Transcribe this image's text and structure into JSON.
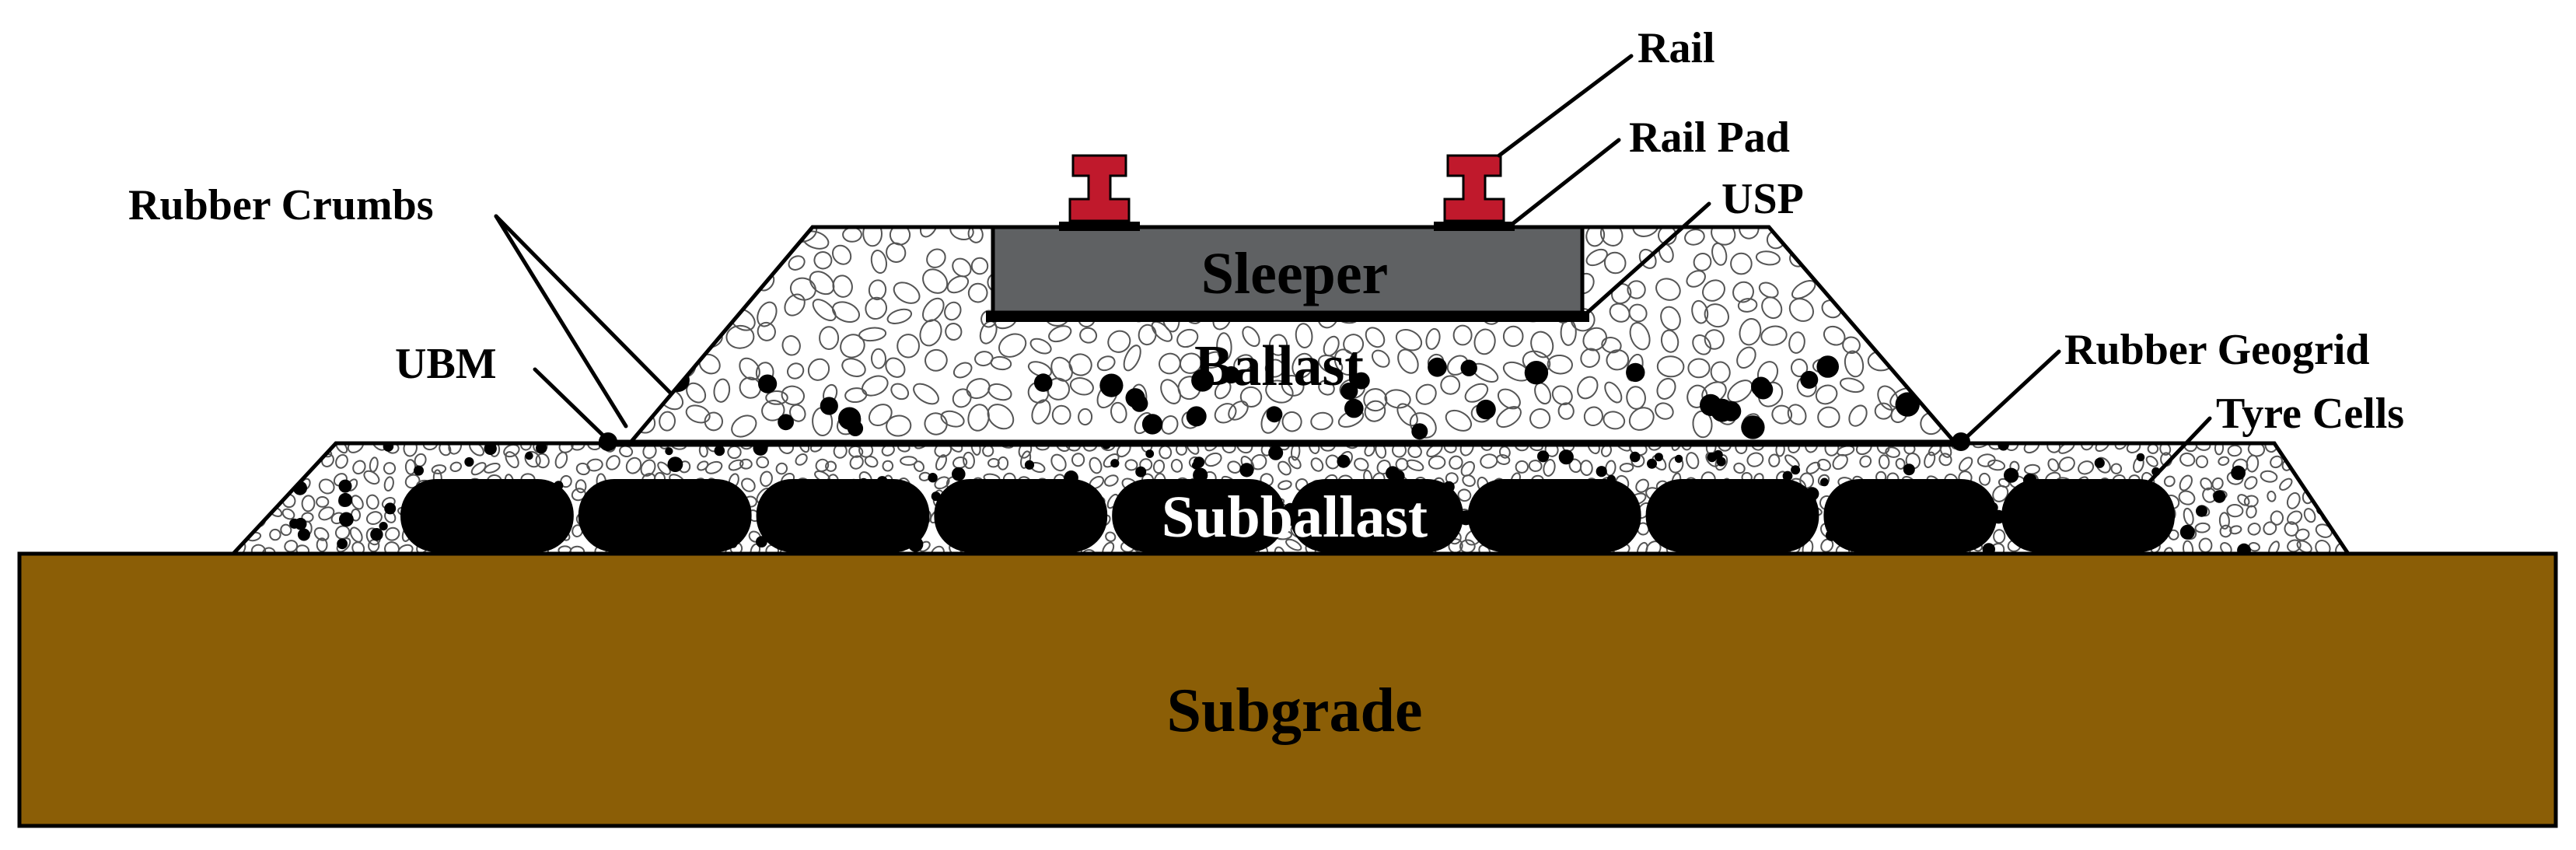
{
  "labels": {
    "rail": "Rail",
    "rail_pad": "Rail Pad",
    "usp": "USP",
    "rubber_crumbs": "Rubber Crumbs",
    "ubm": "UBM",
    "sleeper": "Sleeper",
    "ballast": "Ballast",
    "rubber_geogrid": "Rubber Geogrid",
    "tyre_cells": "Tyre Cells",
    "subballast": "Subballast",
    "subgrade": "Subgrade"
  },
  "colors": {
    "subgrade": "#8B5E06",
    "sleeper": "#5F6163",
    "rail": "#C0192C",
    "tyre_cells": "#000000",
    "aggregate_outline": "#555555",
    "rubber_crumbs": "#000000"
  },
  "tyre_cell_count": 10
}
